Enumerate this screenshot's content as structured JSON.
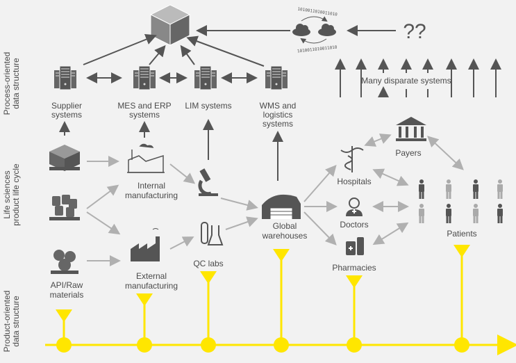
{
  "side_labels": {
    "process": [
      "Process-oriented",
      "data structure"
    ],
    "lifecycle": [
      "Life sciences",
      "product life cycle"
    ],
    "product": [
      "Product-oriented",
      "data structure"
    ]
  },
  "systems": {
    "supplier": [
      "Supplier",
      "systems"
    ],
    "mes": [
      "MES and ERP",
      "systems"
    ],
    "lim": [
      "LIM systems"
    ],
    "wms": [
      "WMS and",
      "logistics",
      "systems"
    ],
    "many": "Many disparate systems",
    "unknown": "??",
    "binary_top": "1010011010011010",
    "binary_bottom": "1010011010011010"
  },
  "lifecycle": {
    "internal": [
      "Internal",
      "manufacturing"
    ],
    "external": [
      "External",
      "manufacturing"
    ],
    "qc": "QC labs",
    "api": [
      "API/Raw",
      "materials"
    ],
    "warehouses": [
      "Global",
      "warehouses"
    ],
    "hospitals": "Hospitals",
    "doctors": "Doctors",
    "pharmacies": "Pharmacies",
    "payers": "Payers",
    "patients": "Patients"
  },
  "colors": {
    "accent": "#ffe600",
    "dark": "#555555",
    "light": "#aaaaaa",
    "bg": "#f2f2f2"
  }
}
